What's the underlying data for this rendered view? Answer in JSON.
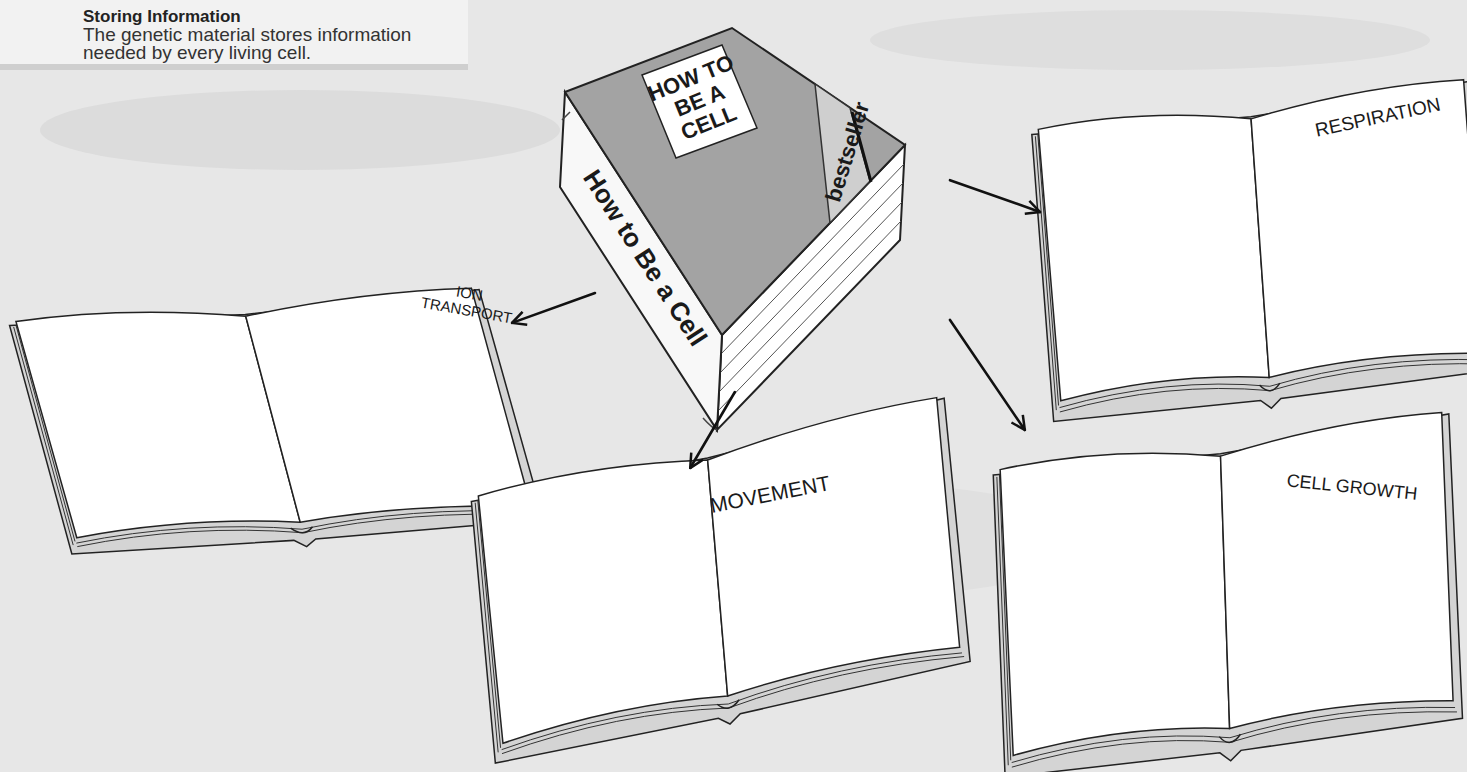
{
  "diagram": {
    "title": "Storing Information",
    "caption": "The genetic material stores information needed by every living cell.",
    "nodes": [
      {
        "text": [
          "HOW TO BE A CELL",
          "How to Be a Cell",
          "bestseller"
        ]
      },
      {
        "text": [
          "RESPIRATION"
        ]
      },
      {
        "text": [
          "ION TRANSPORT"
        ]
      },
      {
        "text": [
          "MOVEMENT"
        ]
      },
      {
        "text": [
          "CELL GROWTH"
        ]
      }
    ],
    "edges": [
      {
        "from": 0,
        "to": 1,
        "arrow": "to"
      },
      {
        "from": 0,
        "to": 2,
        "arrow": "to"
      },
      {
        "from": 0,
        "to": 3,
        "arrow": "to"
      },
      {
        "from": 0,
        "to": 4,
        "arrow": "to"
      }
    ]
  }
}
